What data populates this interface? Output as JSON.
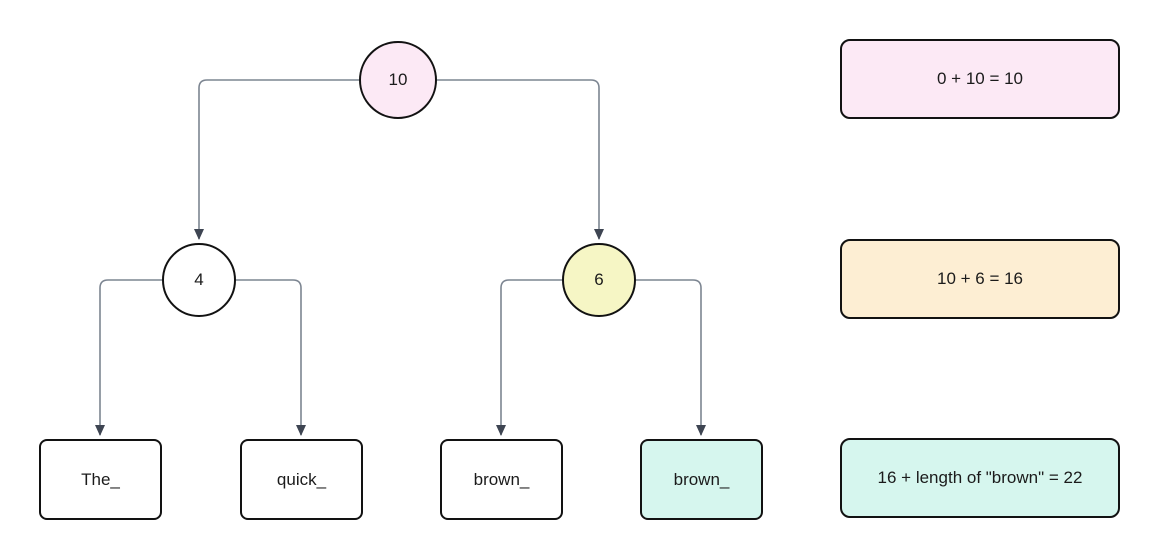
{
  "diagram": {
    "description": "Rope-style binary tree with weight nodes and string leaves, with running index calculations",
    "tree": {
      "root": {
        "label": "10",
        "fill": "#fce9f5"
      },
      "left": {
        "label": "4",
        "fill": "#ffffff"
      },
      "right": {
        "label": "6",
        "fill": "#f6f6c5"
      },
      "leaves": [
        {
          "label": "The_",
          "fill": "#ffffff"
        },
        {
          "label": "quick_",
          "fill": "#ffffff"
        },
        {
          "label": "brown_",
          "fill": "#ffffff"
        },
        {
          "label": "brown_",
          "fill": "#d6f6ee"
        }
      ]
    },
    "annotations": [
      {
        "text": "0 + 10 = 10",
        "fill": "#fce9f5"
      },
      {
        "text": "10 + 6 = 16",
        "fill": "#fdeed3"
      },
      {
        "text": "16 + length of \"brown\" = 22",
        "fill": "#d6f6ee"
      }
    ],
    "colors": {
      "edge": "#7c8591",
      "arrowhead": "#3e4552",
      "border": "#121212",
      "text": "#1b1b1b",
      "background": "#ffffff"
    }
  }
}
